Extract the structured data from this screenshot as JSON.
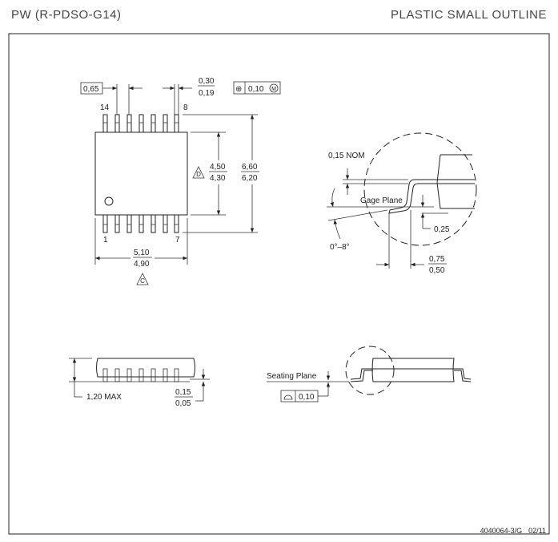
{
  "header": {
    "package_code": "PW (R-PDSO-G14)",
    "package_type": "PLASTIC SMALL OUTLINE"
  },
  "top_view": {
    "pin_labels": {
      "pin14": "14",
      "pin8": "8",
      "pin1": "1",
      "pin7": "7"
    },
    "pitch": "0,65",
    "lead_width": {
      "max": "0,30",
      "min": "0,19"
    },
    "position_tolerance": {
      "symbol": "⊕",
      "value": "0,10",
      "modifier": "M"
    },
    "body_width": {
      "max": "4,50",
      "min": "4,30",
      "note": "D"
    },
    "overall_width": {
      "max": "6,60",
      "min": "6,20"
    },
    "body_length": {
      "max": "5,10",
      "min": "4,90",
      "note": "C"
    }
  },
  "detail_view": {
    "lead_thickness": "0,15 NOM",
    "gage_plane_label": "Gage Plane",
    "gage_height": "0,25",
    "angle": "0°–8°",
    "foot_length": {
      "max": "0,75",
      "min": "0,50"
    }
  },
  "side_view": {
    "height": "1,20 MAX",
    "standoff": {
      "max": "0,15",
      "min": "0,05"
    },
    "seating_plane_label": "Seating Plane",
    "flatness": {
      "symbol": "⌓",
      "value": "0,10"
    }
  },
  "footer": {
    "drawing_number": "4040064-3/G",
    "date": "02/11"
  }
}
